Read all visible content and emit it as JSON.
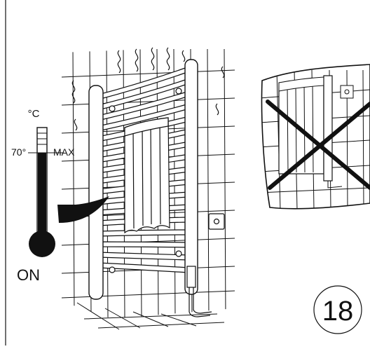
{
  "thermometer": {
    "unit_label": "°C",
    "temp_label": "70°",
    "max_label": "MAX",
    "state_label": "ON"
  },
  "figure_number": "18",
  "colors": {
    "ink": "#111111",
    "paper": "#ffffff"
  }
}
